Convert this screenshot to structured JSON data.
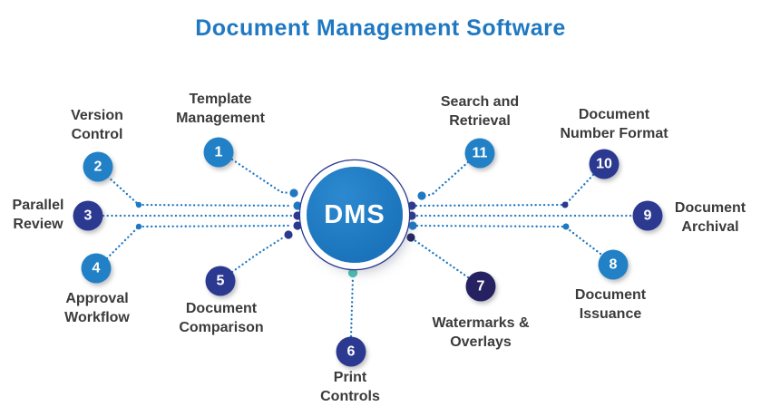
{
  "title": "Document Management Software",
  "center": {
    "label": "DMS"
  },
  "colors": {
    "title_blue": "#1F78C2",
    "connector_blue": "#1F78C2",
    "node_blue": "#2281C6",
    "node_indigo": "#2B3990",
    "node_dark_navy": "#262262",
    "teal_dot": "#4BC0B5",
    "center_fill": "#1B74BB",
    "ring_outline": "#2B3990",
    "label_text": "#3B3B3B"
  },
  "items": [
    {
      "number": "1",
      "label": "Template\nManagement",
      "color": "#2281C6"
    },
    {
      "number": "2",
      "label": "Version\nControl",
      "color": "#2281C6"
    },
    {
      "number": "3",
      "label": "Parallel\nReview",
      "color": "#2B3990"
    },
    {
      "number": "4",
      "label": "Approval\nWorkflow",
      "color": "#2281C6"
    },
    {
      "number": "5",
      "label": "Document\nComparison",
      "color": "#2B3990"
    },
    {
      "number": "6",
      "label": "Print\nControls",
      "color": "#2B3990"
    },
    {
      "number": "7",
      "label": "Watermarks &\nOverlays",
      "color": "#262262"
    },
    {
      "number": "8",
      "label": "Document\nIssuance",
      "color": "#2281C6"
    },
    {
      "number": "9",
      "label": "Document\nArchival",
      "color": "#2B3990"
    },
    {
      "number": "10",
      "label": "Document\nNumber Format",
      "color": "#2B3990"
    },
    {
      "number": "11",
      "label": "Search and\nRetrieval",
      "color": "#2281C6"
    }
  ]
}
